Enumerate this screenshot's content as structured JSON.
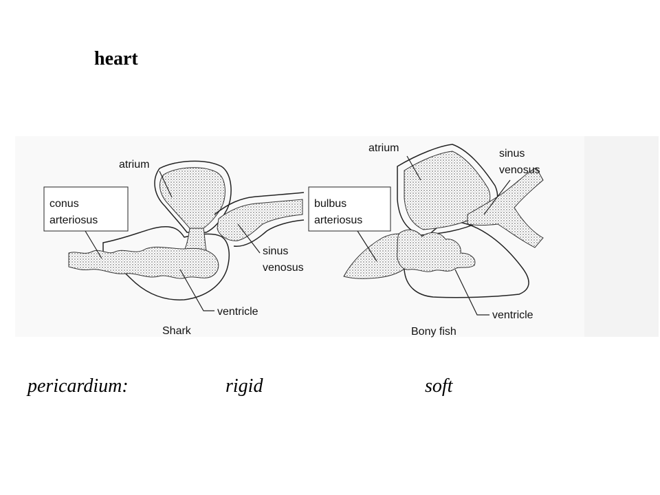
{
  "title": "heart",
  "figure": {
    "shark": {
      "caption": "Shark",
      "atrium": "atrium",
      "boxed_label_line1": "conus",
      "boxed_label_line2": "arteriosus",
      "sinus_line1": "sinus",
      "sinus_line2": "venosus",
      "ventricle": "ventricle"
    },
    "bony_fish": {
      "caption": "Bony fish",
      "atrium": "atrium",
      "boxed_label_line1": "bulbus",
      "boxed_label_line2": "arteriosus",
      "sinus_line1": "sinus",
      "sinus_line2": "venosus",
      "ventricle": "ventricle"
    }
  },
  "bottom": {
    "label": "pericardium:",
    "shark_value": "rigid",
    "bony_fish_value": "soft"
  },
  "colors": {
    "ink": "#111111",
    "background": "#ffffff",
    "stipple": "#8a8a8a",
    "scan_panel": "#f7f7f7"
  }
}
